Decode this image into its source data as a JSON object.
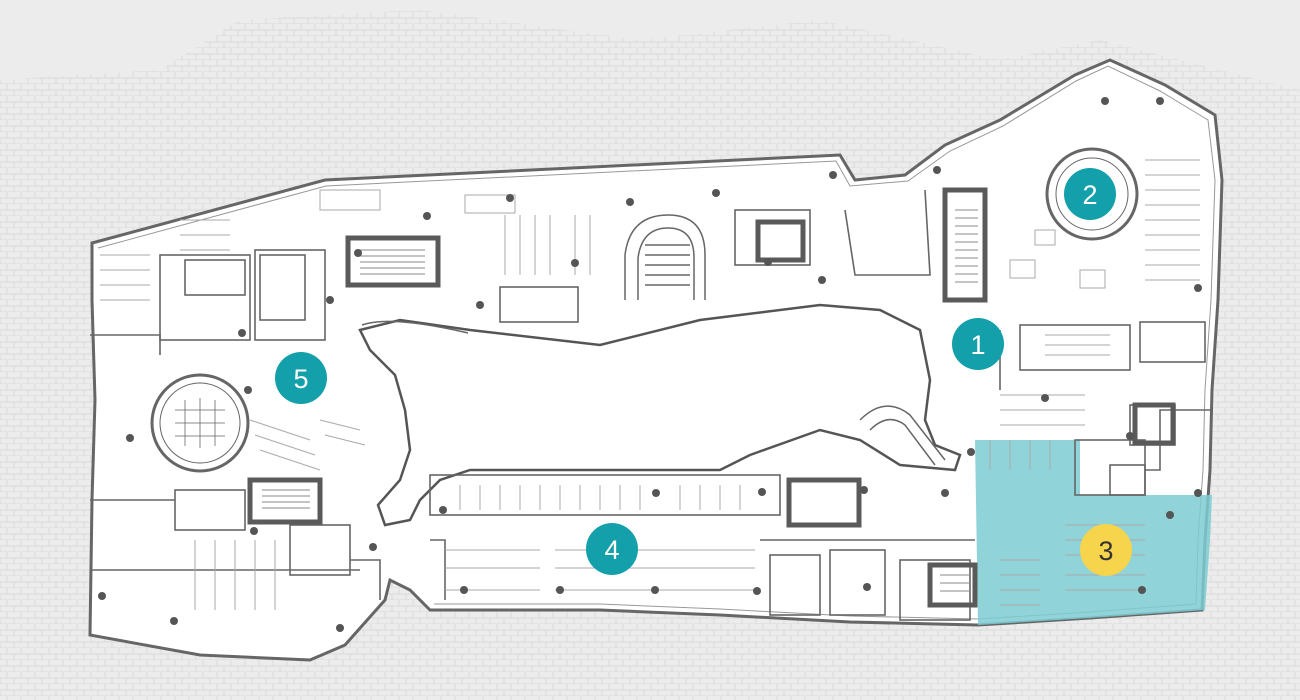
{
  "map": {
    "colors": {
      "background": "#ececec",
      "ground_pattern": "#dcdcdc",
      "floor": "#ffffff",
      "walls": "#666666",
      "core_walls": "#5a5a5a",
      "furniture": "#aaaaaa",
      "column": "#555555",
      "highlight_zone": "#7ccdd2",
      "marker_teal": "#14a0aa",
      "marker_yellow": "#f6d44c",
      "marker_text_light": "#ffffff",
      "marker_text_dark": "#333333"
    },
    "markers": [
      {
        "id": "1",
        "label": "1",
        "style": "teal"
      },
      {
        "id": "2",
        "label": "2",
        "style": "teal"
      },
      {
        "id": "3",
        "label": "3",
        "style": "yellow"
      },
      {
        "id": "4",
        "label": "4",
        "style": "teal"
      },
      {
        "id": "5",
        "label": "5",
        "style": "teal"
      }
    ],
    "highlighted_zone": "3"
  }
}
